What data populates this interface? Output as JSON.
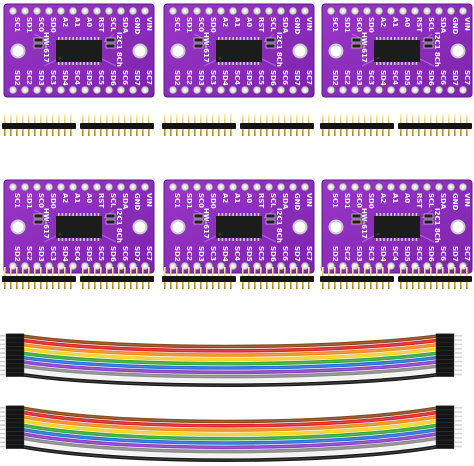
{
  "product": {
    "board_count": 6,
    "header_strips_per_board": 2,
    "cable_count": 2,
    "wires_per_cable": 10
  },
  "board": {
    "model": "HW-617",
    "extra_text": "I2C1 8Ch",
    "top_labels": [
      "SC1",
      "SD1",
      "SC0",
      "SD0",
      "A2",
      "A1",
      "A0",
      "RST",
      "SCL",
      "SDA",
      "GND",
      "VIN"
    ],
    "bottom_labels": [
      "SD2",
      "SC2",
      "SD3",
      "SC3",
      "SD4",
      "SC4",
      "SD5",
      "SC5",
      "SD6",
      "SC6",
      "SD7",
      "SC7"
    ]
  },
  "colors": {
    "pcb": "#8e2dbd",
    "pcb_dark": "#6f1f98",
    "pad": "#d8d8d8",
    "chip": "#1c1c1c",
    "header_pin": "#e7c24a",
    "header_plastic": "#141414",
    "wires": [
      "#8b4a1c",
      "#d8262c",
      "#f08a24",
      "#f2d22c",
      "#38a83a",
      "#2a6fd6",
      "#8a3fc4",
      "#8a8a8a",
      "#f2f2f2",
      "#1a1a1a"
    ]
  }
}
